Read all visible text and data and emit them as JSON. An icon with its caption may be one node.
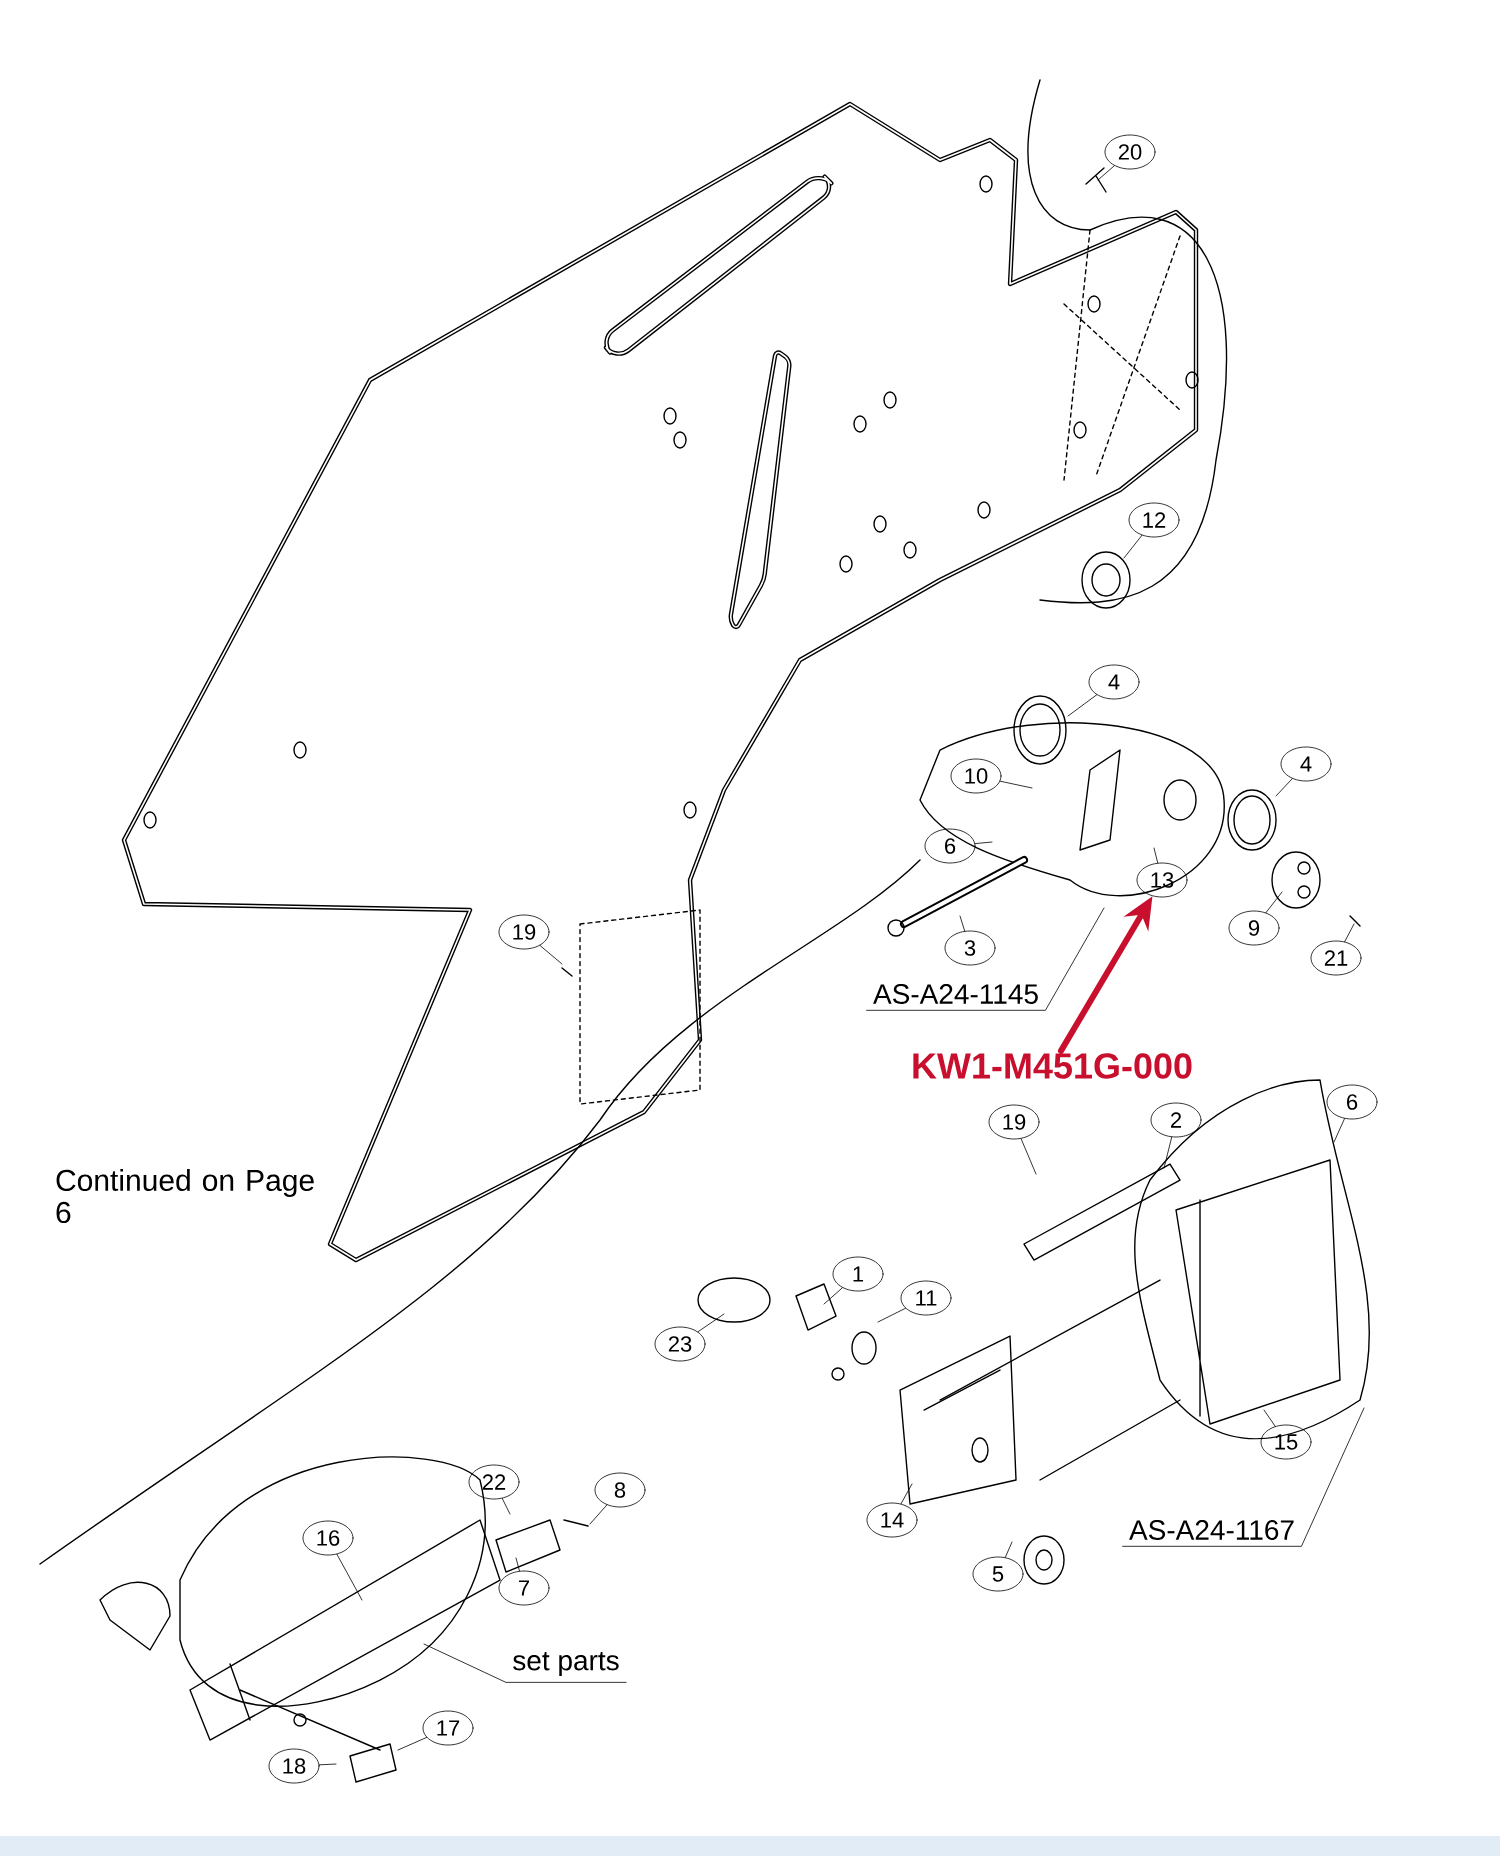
{
  "diagram": {
    "nodes": [
      {
        "text": [
          "20"
        ]
      },
      {
        "text": [
          "12"
        ]
      },
      {
        "text": [
          "4"
        ]
      },
      {
        "text": [
          "10"
        ]
      },
      {
        "text": [
          "4"
        ]
      },
      {
        "text": [
          "6"
        ]
      },
      {
        "text": [
          "13"
        ]
      },
      {
        "text": [
          "19"
        ]
      },
      {
        "text": [
          "9"
        ]
      },
      {
        "text": [
          "3"
        ]
      },
      {
        "text": [
          "21"
        ]
      },
      {
        "text": [
          "AS-A24-1145"
        ]
      },
      {
        "text": [
          "KW1-M451G-000"
        ]
      },
      {
        "text": [
          "6"
        ]
      },
      {
        "text": [
          "19"
        ]
      },
      {
        "text": [
          "2"
        ]
      },
      {
        "text": [
          "1"
        ]
      },
      {
        "text": [
          "11"
        ]
      },
      {
        "text": [
          "23"
        ]
      },
      {
        "text": [
          "15"
        ]
      },
      {
        "text": [
          "22"
        ]
      },
      {
        "text": [
          "8"
        ]
      },
      {
        "text": [
          "14"
        ]
      },
      {
        "text": [
          "AS-A24-1167"
        ]
      },
      {
        "text": [
          "16"
        ]
      },
      {
        "text": [
          "5"
        ]
      },
      {
        "text": [
          "7"
        ]
      },
      {
        "text": [
          "set parts"
        ]
      },
      {
        "text": [
          "17"
        ]
      },
      {
        "text": [
          "18"
        ]
      }
    ],
    "edges": [
      {
        "from": 0,
        "to": null,
        "arrow": "none"
      },
      {
        "from": 1,
        "to": null,
        "arrow": "none"
      },
      {
        "from": 2,
        "to": null,
        "arrow": "none"
      },
      {
        "from": 3,
        "to": null,
        "arrow": "none"
      },
      {
        "from": 4,
        "to": null,
        "arrow": "none"
      },
      {
        "from": 5,
        "to": null,
        "arrow": "none"
      },
      {
        "from": 6,
        "to": null,
        "arrow": "none"
      },
      {
        "from": 7,
        "to": null,
        "arrow": "none"
      },
      {
        "from": 8,
        "to": null,
        "arrow": "none"
      },
      {
        "from": 9,
        "to": null,
        "arrow": "none"
      },
      {
        "from": 10,
        "to": null,
        "arrow": "none"
      },
      {
        "from": 11,
        "to": null,
        "arrow": "none"
      },
      {
        "from": 12,
        "to": 6,
        "arrow": "to",
        "style": "thick",
        "color": "#c8102e"
      },
      {
        "from": 13,
        "to": null,
        "arrow": "none"
      },
      {
        "from": 14,
        "to": null,
        "arrow": "none"
      },
      {
        "from": 15,
        "to": null,
        "arrow": "none"
      },
      {
        "from": 16,
        "to": null,
        "arrow": "none"
      },
      {
        "from": 17,
        "to": null,
        "arrow": "none"
      },
      {
        "from": 18,
        "to": null,
        "arrow": "none"
      },
      {
        "from": 19,
        "to": null,
        "arrow": "none"
      },
      {
        "from": 20,
        "to": null,
        "arrow": "none"
      },
      {
        "from": 21,
        "to": null,
        "arrow": "none"
      },
      {
        "from": 22,
        "to": null,
        "arrow": "none"
      },
      {
        "from": 23,
        "to": null,
        "arrow": "none"
      },
      {
        "from": 24,
        "to": null,
        "arrow": "none"
      },
      {
        "from": 25,
        "to": null,
        "arrow": "none"
      },
      {
        "from": 26,
        "to": null,
        "arrow": "none"
      },
      {
        "from": 27,
        "to": null,
        "arrow": "none"
      },
      {
        "from": 28,
        "to": null,
        "arrow": "none"
      },
      {
        "from": 29,
        "to": null,
        "arrow": "none"
      }
    ],
    "labels": [
      "Continued on Page 6"
    ]
  }
}
